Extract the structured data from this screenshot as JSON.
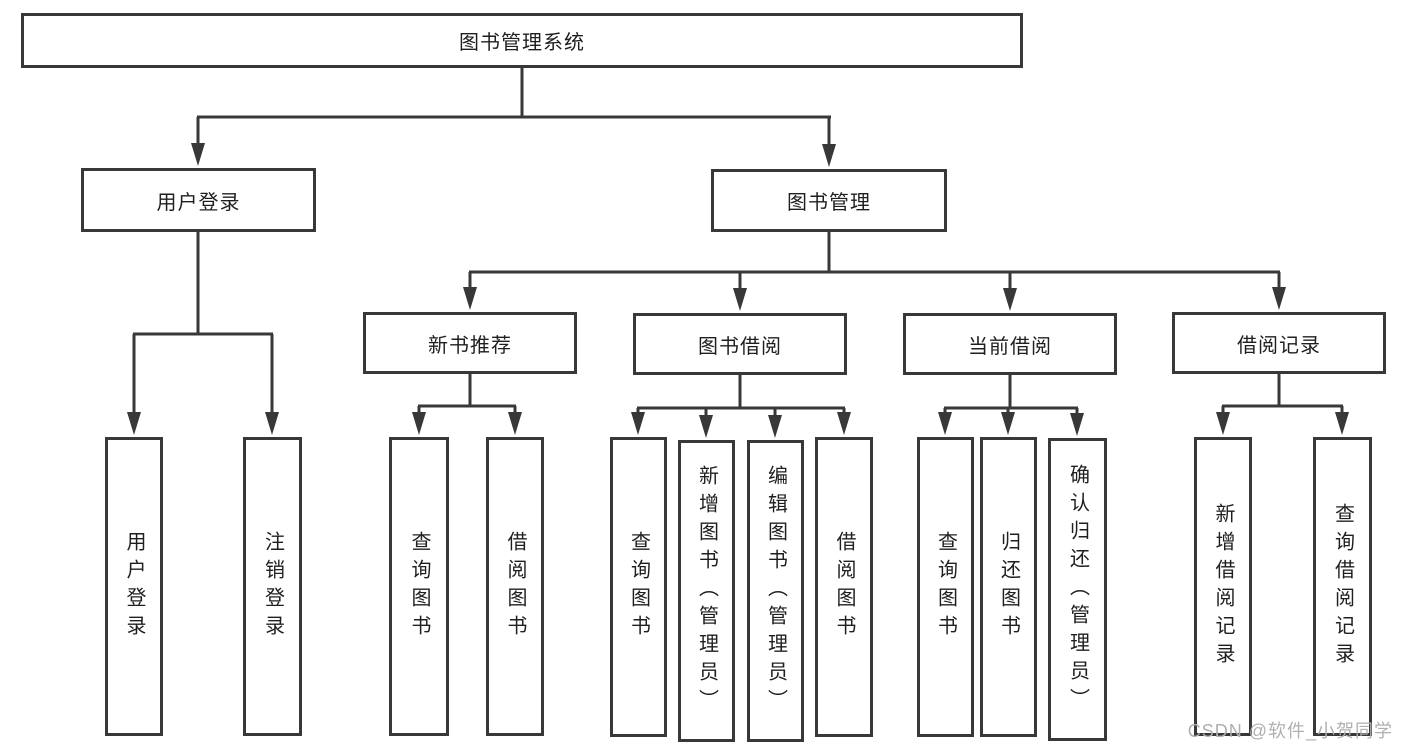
{
  "diagram": {
    "root": {
      "label": "图书管理系统"
    },
    "user_login": {
      "label": "用户登录",
      "children": [
        {
          "label": "用户登录"
        },
        {
          "label": "注销登录"
        }
      ]
    },
    "book_management": {
      "label": "图书管理",
      "sections": [
        {
          "label": "新书推荐",
          "children": [
            {
              "label": "查询图书"
            },
            {
              "label": "借阅图书"
            }
          ]
        },
        {
          "label": "图书借阅",
          "children": [
            {
              "label": "查询图书"
            },
            {
              "label": "新增图书（管理员）"
            },
            {
              "label": "编辑图书（管理员）"
            },
            {
              "label": "借阅图书"
            }
          ]
        },
        {
          "label": "当前借阅",
          "children": [
            {
              "label": "查询图书"
            },
            {
              "label": "归还图书"
            },
            {
              "label": "确认归还（管理员）"
            }
          ]
        },
        {
          "label": "借阅记录",
          "children": [
            {
              "label": "新增借阅记录"
            },
            {
              "label": "查询借阅记录"
            }
          ]
        }
      ]
    }
  },
  "watermark": {
    "text": "CSDN @软件_小贺同学",
    "color": "#b0b0b0"
  },
  "colors": {
    "background": "#ffffff",
    "box_border": "#383838",
    "connector_line": "#383838",
    "text": "#1f1f1f"
  }
}
